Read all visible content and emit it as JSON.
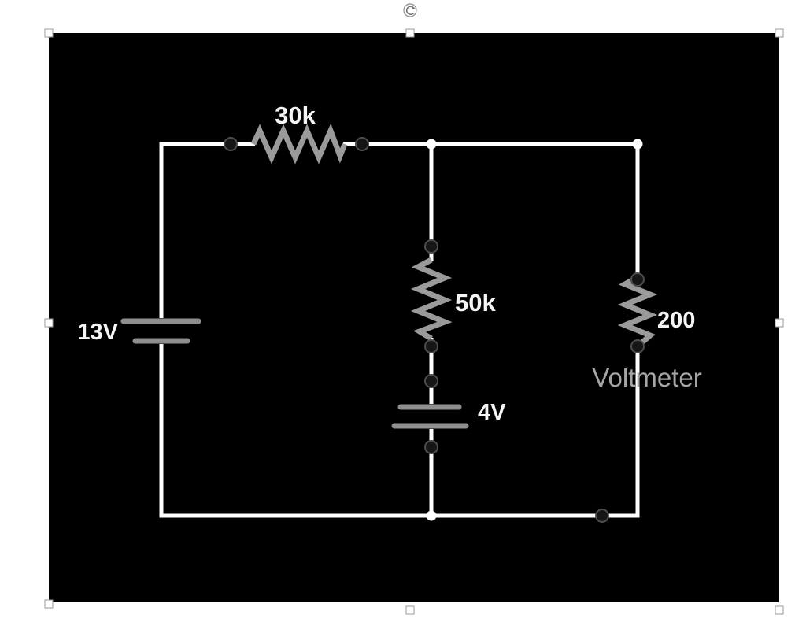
{
  "circuit": {
    "labels": {
      "battery_left": "13V",
      "resistor_top": "30k",
      "resistor_middle": "50k",
      "battery_middle": "4V",
      "resistor_right": "200",
      "voltmeter": "Voltmeter"
    },
    "components": [
      {
        "type": "battery",
        "value": "13V",
        "position": "left-branch"
      },
      {
        "type": "resistor",
        "value": "30k",
        "position": "top-wire"
      },
      {
        "type": "resistor",
        "value": "50k",
        "position": "middle-branch"
      },
      {
        "type": "battery",
        "value": "4V",
        "position": "middle-branch"
      },
      {
        "type": "resistor",
        "value": "200",
        "position": "right-branch",
        "note": "Voltmeter"
      }
    ],
    "colors": {
      "background": "#000000",
      "wire": "#ffffff",
      "component": "#9a9a9a",
      "battery": "#8f8f8f",
      "label": "#f5f5f5",
      "voltmeter_label": "#a5a5a5",
      "node_fill": "#161616"
    }
  },
  "selection": {
    "handle_count": "8",
    "rotate_icon": "rotate-handle"
  }
}
